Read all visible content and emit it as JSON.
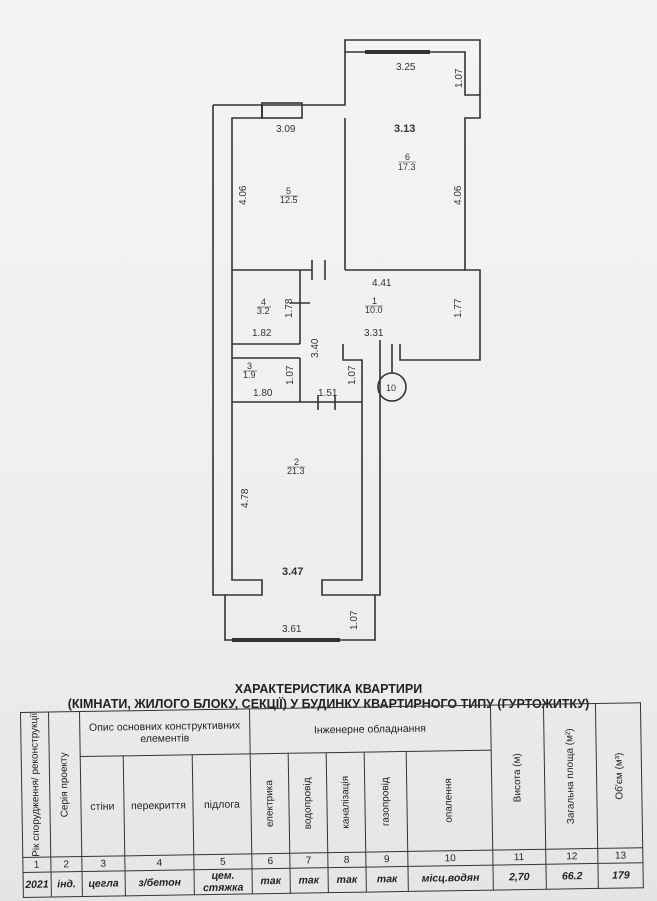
{
  "plan": {
    "dims": {
      "top_balcony_width": "3.25",
      "top_balcony_depth": "1.07",
      "room5_width": "3.09",
      "room6_width": "3.13",
      "room5_height": "4.06",
      "room6_height": "4.06",
      "corridor_width": "4.41",
      "corridor_right": "1.77",
      "room4_height": "1.78",
      "room4_width": "1.82",
      "corridor_vertical": "3.40",
      "kitchen_gap_width": "3.31",
      "room3_height": "1.07",
      "room3_width": "1.80",
      "bath_height": "1.07",
      "bath_width": "1.51",
      "room2_height": "4.78",
      "room2_width": "3.47",
      "bottom_balcony_width": "3.61",
      "bottom_balcony_depth": "1.07"
    },
    "rooms": [
      {
        "id": "5",
        "area": "12.5"
      },
      {
        "id": "6",
        "area": "17.3"
      },
      {
        "id": "4",
        "area": "3.2"
      },
      {
        "id": "1",
        "area": "10.0"
      },
      {
        "id": "3",
        "area": "1.9"
      },
      {
        "id": "2",
        "area": "21.3"
      }
    ],
    "circle_label": "10"
  },
  "heading": {
    "line1": "ХАРАКТЕРИСТИКА КВАРТИРИ",
    "line2": "(КІМНАТИ, ЖИЛОГО БЛОКУ, СЕКЦІЇ) У БУДИНКУ КВАРТИРНОГО ТИПУ (ГУРТОЖИТКУ)"
  },
  "table": {
    "col_year": "Рік спорудження/ реконструкції",
    "col_series": "Серія проекту",
    "group_structural": "Опис основних конструктивних елементів",
    "col_walls": "стіни",
    "col_floors": "перекриття",
    "col_flooring": "підлога",
    "group_engineering": "Інженерне обладнання",
    "col_electric": "електрика",
    "col_water": "водопровід",
    "col_sewer": "каналізація",
    "col_gas": "газопровід",
    "col_heating": "опалення",
    "col_height": "Висота (м)",
    "col_area": "Загальна площа (м²)",
    "col_volume": "Об'єм (м³)",
    "numbers": [
      "1",
      "2",
      "3",
      "4",
      "5",
      "6",
      "7",
      "8",
      "9",
      "10",
      "11",
      "12",
      "13"
    ],
    "values": [
      "2021",
      "інд.",
      "цегла",
      "з/бетон",
      "цем. стяжка",
      "так",
      "так",
      "так",
      "так",
      "місц.водян",
      "2,70",
      "66.2",
      "179"
    ]
  }
}
